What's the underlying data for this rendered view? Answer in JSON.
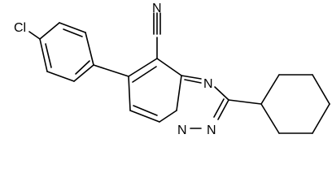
{
  "structure": {
    "atoms": {
      "chlorine": "Cl",
      "nitrile_nitrogen": "N",
      "triazole_n1": "N",
      "triazole_n_bridge": "N",
      "triazole_n_lower": "N"
    }
  },
  "colors": {
    "background": "#ffffff",
    "bonds": "#000000",
    "labels": "#000000"
  }
}
